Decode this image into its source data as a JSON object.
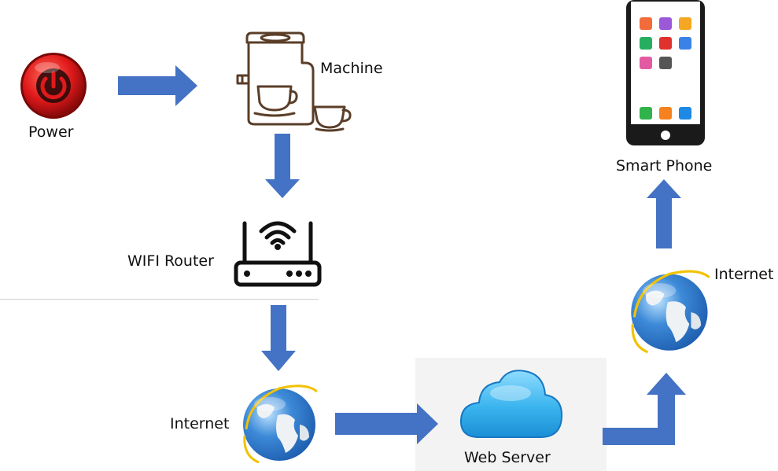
{
  "labels": {
    "power": "Power",
    "machine": "Machine",
    "router": "WIFI Router",
    "internet_left": "Internet",
    "web_server": "Web Server",
    "internet_right": "Internet",
    "smart_phone": "Smart Phone"
  },
  "colors": {
    "arrow": "#4472c4",
    "power_red": "#e0191b",
    "coffee_brown": "#5a3e28",
    "cloud_blue": "#3ab4ee",
    "globe_blue": "#1f5fb0",
    "globe_ring": "#f2c200",
    "phone_body": "#1a1a1a"
  },
  "icons": {
    "power": "power-button-icon",
    "machine": "coffee-machine-icon",
    "router": "wifi-router-icon",
    "internet": "globe-icon",
    "web_server": "cloud-icon",
    "phone": "smartphone-icon"
  },
  "phone_app_colors": [
    "#f26b3a",
    "#9b59d9",
    "#f5a623",
    "#27ae60",
    "#e0312f",
    "#3b82e6",
    "#e35aa3",
    "#555555",
    "#2fb34a",
    "#f5821f",
    "#1e88e5"
  ]
}
